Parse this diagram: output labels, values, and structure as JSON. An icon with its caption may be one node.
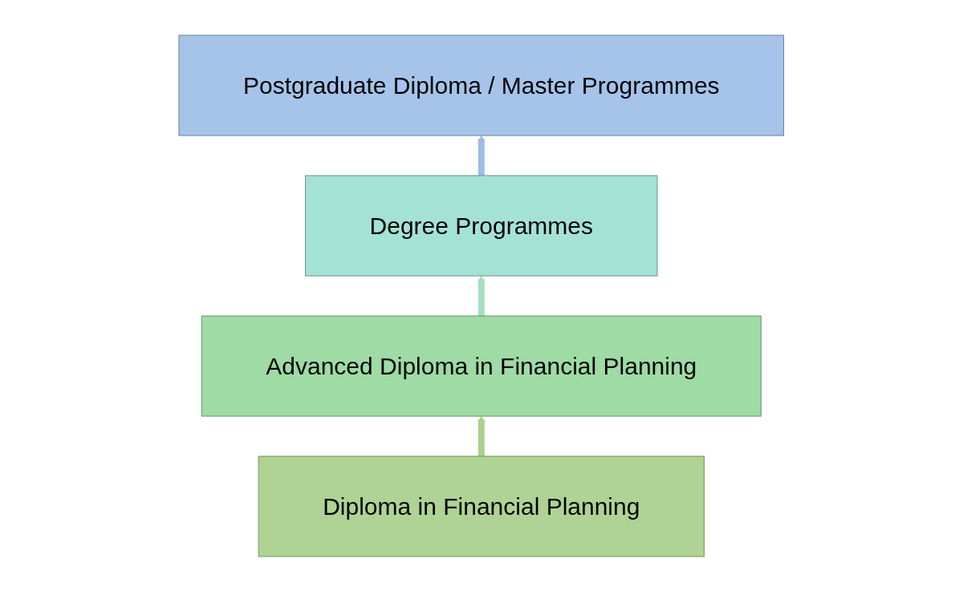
{
  "diagram": {
    "nodes": [
      {
        "text": [
          "Postgraduate Diploma / Master Programmes"
        ]
      },
      {
        "text": [
          "Degree Programmes"
        ]
      },
      {
        "text": [
          "Advanced Diploma in Financial Planning"
        ]
      },
      {
        "text": [
          "Diploma in Financial Planning"
        ]
      }
    ],
    "edges": [
      {
        "from": 3,
        "to": 2,
        "arrow": "to",
        "color": "#a9d18e"
      },
      {
        "from": 2,
        "to": 1,
        "arrow": "to",
        "color": "#a6dfbf"
      },
      {
        "from": 1,
        "to": 0,
        "arrow": "to",
        "color": "#9dbde6"
      }
    ]
  }
}
